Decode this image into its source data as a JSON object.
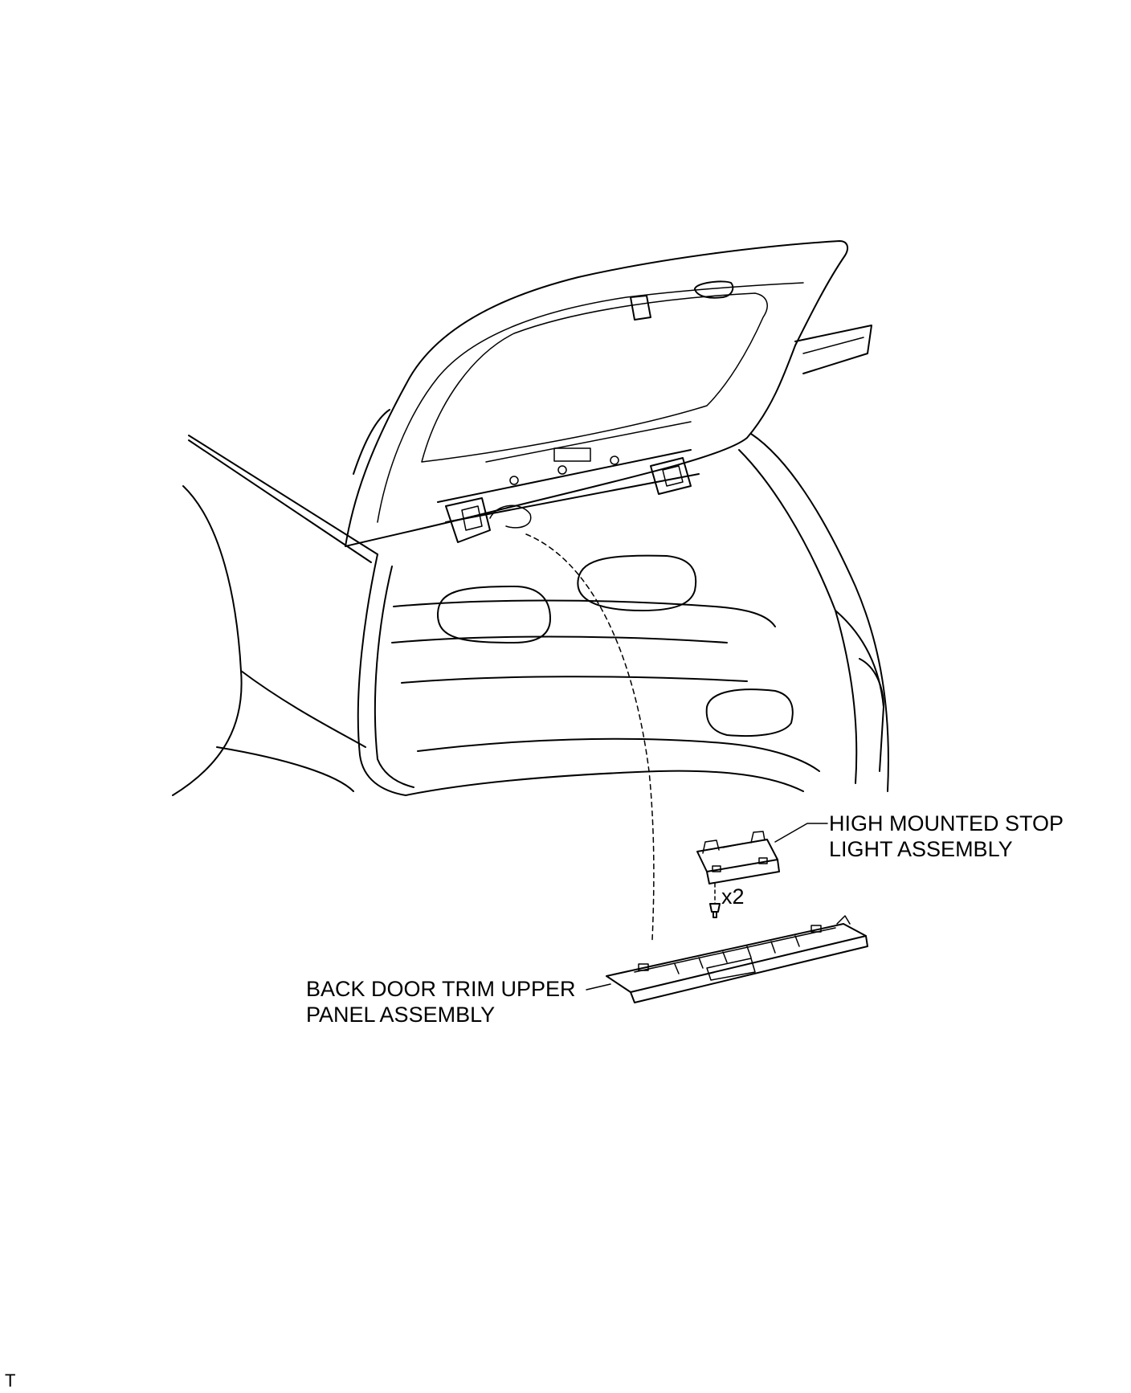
{
  "labels": {
    "stop_light_line1": "HIGH MOUNTED STOP",
    "stop_light_line2": "LIGHT ASSEMBLY",
    "quantity": "x2",
    "trim_line1": "BACK DOOR TRIM UPPER",
    "trim_line2": "PANEL ASSEMBLY",
    "corner_mark": "T"
  }
}
